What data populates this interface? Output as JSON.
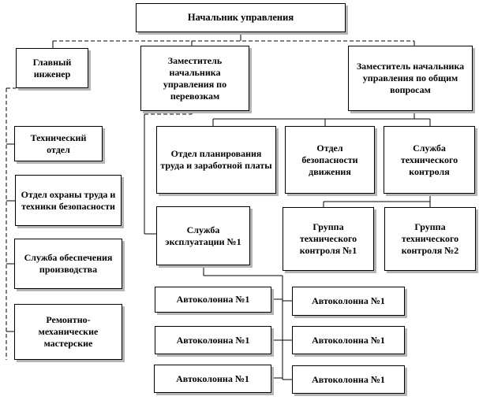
{
  "chief": "Начальник управления",
  "chief_engineer": "Главный инженер",
  "deputy_transport": "Заместитель начальника управления по перевозкам",
  "deputy_general": "Заместитель начальника управления по общим вопросам",
  "engineer_units": [
    "Технический отдел",
    "Отдел охраны труда и техники безопасности",
    "Служба обеспечения производства",
    "Ремонтно-механические мастерские"
  ],
  "dept_planning": "Отдел планирования труда и заработной платы",
  "dept_safety": "Отдел безопасности движения",
  "dept_tech_control": "Служба технического контроля",
  "operations_service": "Служба эксплуатации №1",
  "control_group_1": "Группа технического контроля №1",
  "control_group_2": "Группа технического контроля №2",
  "convoys_left": [
    "Автоколонна №1",
    "Автоколонна №1",
    "Автоколонна №1"
  ],
  "convoys_right": [
    "Автоколонна №1",
    "Автоколонна №1",
    "Автоколонна №1"
  ]
}
